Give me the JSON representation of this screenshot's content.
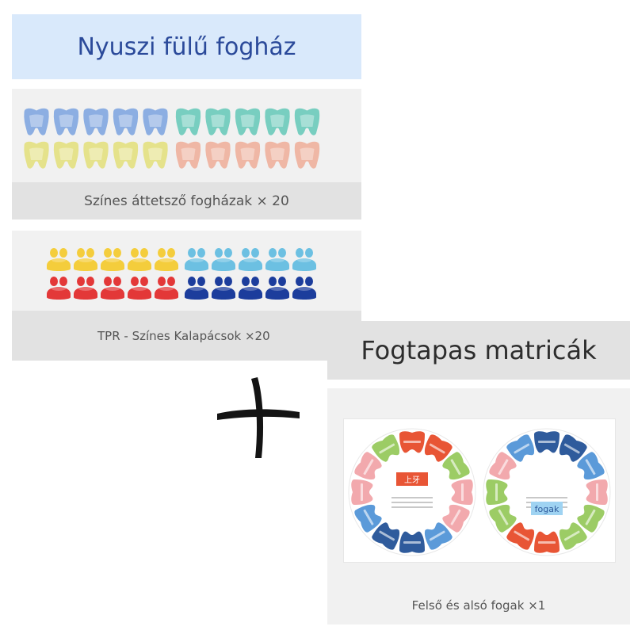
{
  "title": "Nyuszi fülű fogház",
  "cases": {
    "caption": "Színes áttetsző fogházak × 20",
    "colors": {
      "blue": "#7ba3e0",
      "teal": "#63c9b8",
      "yellow": "#e4e07a",
      "peach": "#efad98"
    }
  },
  "hats": {
    "caption": "TPR - Színes Kalapácsok ×20",
    "colors": {
      "yellow": "#f4cd3c",
      "lightblue": "#6cc0e2",
      "red": "#e33838",
      "navy": "#1c3d9c"
    }
  },
  "stickers": {
    "title": "Fogtapas matricák",
    "caption": "Felső és alsó fogak ×1",
    "upper_label": "上牙",
    "lower_label": "fogak",
    "colors": {
      "red": "#e85535",
      "green": "#9ccc65",
      "pink": "#f2a9ad",
      "blue": "#5b9ad9",
      "navy": "#2f5b9c"
    }
  },
  "plus_icon": "plus-icon"
}
